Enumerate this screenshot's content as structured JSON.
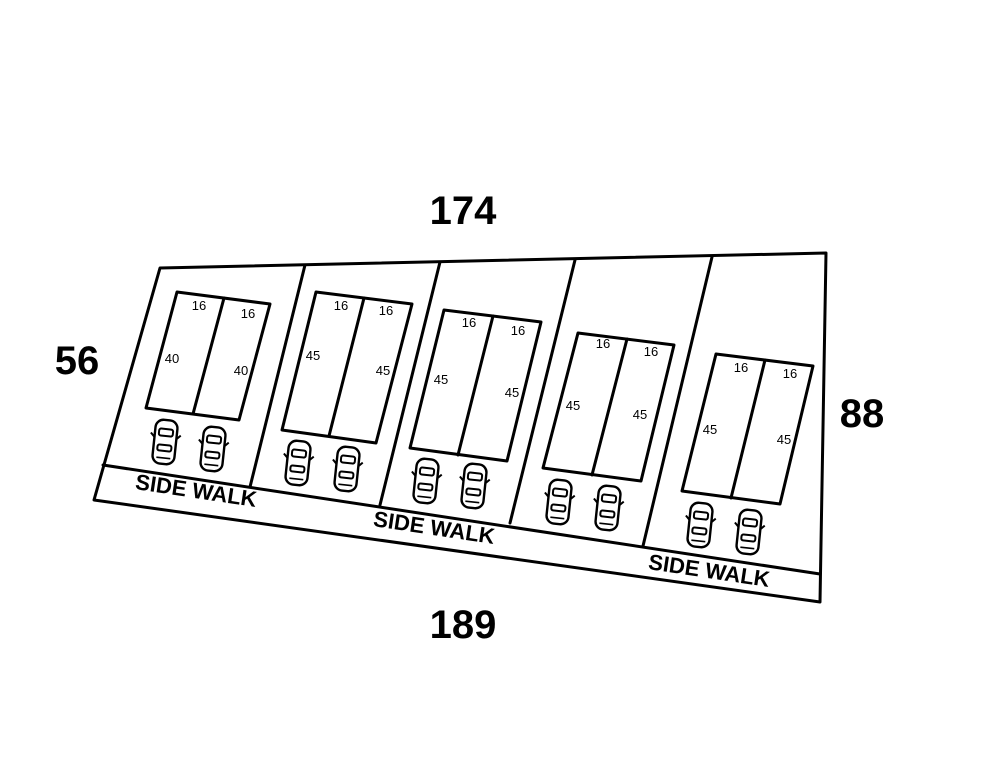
{
  "dimensions": {
    "top": "174",
    "left": "56",
    "right": "88",
    "bottom": "189"
  },
  "sidewalk": {
    "label": "SIDE WALK"
  },
  "lots": [
    {
      "units": [
        {
          "width": "16",
          "depth": "40"
        },
        {
          "width": "16",
          "depth": "40"
        }
      ]
    },
    {
      "units": [
        {
          "width": "16",
          "depth": "45"
        },
        {
          "width": "16",
          "depth": "45"
        }
      ]
    },
    {
      "units": [
        {
          "width": "16",
          "depth": "45"
        },
        {
          "width": "16",
          "depth": "45"
        }
      ]
    },
    {
      "units": [
        {
          "width": "16",
          "depth": "45"
        },
        {
          "width": "16",
          "depth": "45"
        }
      ]
    },
    {
      "units": [
        {
          "width": "16",
          "depth": "45"
        },
        {
          "width": "16",
          "depth": "45"
        }
      ]
    }
  ],
  "icons": {
    "vehicle": "car-icon"
  }
}
